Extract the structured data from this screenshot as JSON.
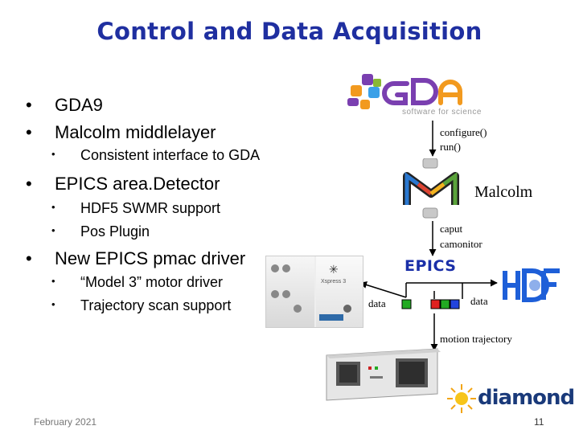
{
  "slide": {
    "title": "Control and Data Acquisition",
    "bullets": [
      {
        "level": 1,
        "text": "GDA9"
      },
      {
        "level": 1,
        "text": "Malcolm middlelayer"
      },
      {
        "level": 2,
        "text": "Consistent interface to GDA"
      },
      {
        "level": 1,
        "text": "EPICS area.Detector"
      },
      {
        "level": 2,
        "text": "HDF5 SWMR support"
      },
      {
        "level": 2,
        "text": "Pos Plugin"
      },
      {
        "level": 1,
        "text": "New EPICS pmac driver"
      },
      {
        "level": 2,
        "text": "“Model 3” motor driver"
      },
      {
        "level": 2,
        "text": "Trajectory scan support"
      }
    ],
    "bullet_glyph": "•"
  },
  "diagram": {
    "gda_logo_text": "GDA",
    "gda_logo_tagline": "software for science",
    "configure_label": "configure()",
    "run_label": "run()",
    "malcolm_label": "Malcolm",
    "caput_label": "caput",
    "camonitor_label": "camonitor",
    "epics_label": "EPICS",
    "hdf_logo_text": "HDF",
    "data_left_label": "data",
    "data_right_label": "data",
    "motion_label": "motion trajectory",
    "xspress_label": "Xspress 3",
    "colors": {
      "title": "#1f2fa0",
      "epics_blue": "#1a2fa8",
      "node_red": "#e02020",
      "node_green": "#22aa22",
      "node_blue": "#2244dd",
      "hdf_blue": "#1e5fd8"
    }
  },
  "footer": {
    "date": "February 2021",
    "page_number": "11",
    "brand": "diamond"
  }
}
